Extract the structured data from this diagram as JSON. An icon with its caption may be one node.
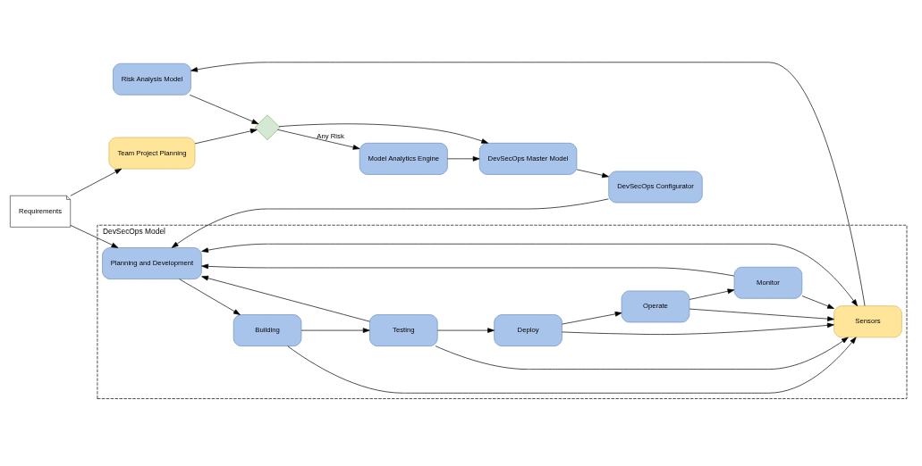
{
  "diagram": {
    "nodes": [
      {
        "text": [
          "Team Project Planning"
        ]
      },
      {
        "text": [
          "Requirements"
        ]
      },
      {
        "text": [
          "DevSecOps Model"
        ]
      },
      {
        "text": [
          "DevSecOps Master Model"
        ]
      },
      {
        "text": [
          "DevSecOps Configurator"
        ]
      },
      {
        "text": [
          "Planning and Development"
        ],
        "in": 2
      },
      {
        "text": [
          "Building"
        ],
        "in": 2
      },
      {
        "text": [
          "Testing"
        ],
        "in": 2
      },
      {
        "text": [
          "Sensors"
        ],
        "in": 2
      },
      {
        "text": [
          "Risk Analysis Model"
        ]
      },
      {
        "text": [],
        "shape": "diamond"
      },
      {
        "text": [
          "Model Analytics Engine"
        ]
      },
      {
        "text": [
          "Monitor"
        ],
        "in": 2
      },
      {
        "text": [
          "Operate"
        ],
        "in": 2
      },
      {
        "text": [
          "Deploy"
        ],
        "in": 2
      }
    ],
    "edges": [
      {
        "from": 1,
        "to": 0,
        "arrow": "to"
      },
      {
        "from": 1,
        "to": 5,
        "arrow": "to"
      },
      {
        "from": 0,
        "to": 10,
        "arrow": "to"
      },
      {
        "from": 3,
        "to": 4,
        "arrow": "to"
      },
      {
        "from": 4,
        "to": 5,
        "arrow": "to"
      },
      {
        "from": 5,
        "to": 6,
        "arrow": "to"
      },
      {
        "from": 6,
        "to": 7,
        "arrow": "to"
      },
      {
        "from": 7,
        "to": 5,
        "arrow": "to"
      },
      {
        "from": 5,
        "to": 8,
        "arrow": "both"
      },
      {
        "from": 6,
        "to": 8,
        "arrow": "to"
      },
      {
        "from": 7,
        "to": 8,
        "arrow": "to"
      },
      {
        "from": 8,
        "to": 9,
        "arrow": "to"
      },
      {
        "from": 9,
        "to": 10,
        "arrow": "to"
      },
      {
        "from": 10,
        "to": 3,
        "arrow": "to"
      },
      {
        "from": 10,
        "to": 11,
        "arrow": "to",
        "label": "Any Risk"
      },
      {
        "from": 11,
        "to": 3,
        "arrow": "to"
      },
      {
        "from": 7,
        "to": 14,
        "arrow": "to"
      },
      {
        "from": 14,
        "to": 13,
        "arrow": "to"
      },
      {
        "from": 13,
        "to": 12,
        "arrow": "to"
      },
      {
        "from": 12,
        "to": 5,
        "arrow": "to"
      },
      {
        "from": 12,
        "to": 8,
        "arrow": "to"
      },
      {
        "from": 13,
        "to": 8,
        "arrow": "to"
      },
      {
        "from": 14,
        "to": 8,
        "arrow": "to"
      }
    ]
  }
}
